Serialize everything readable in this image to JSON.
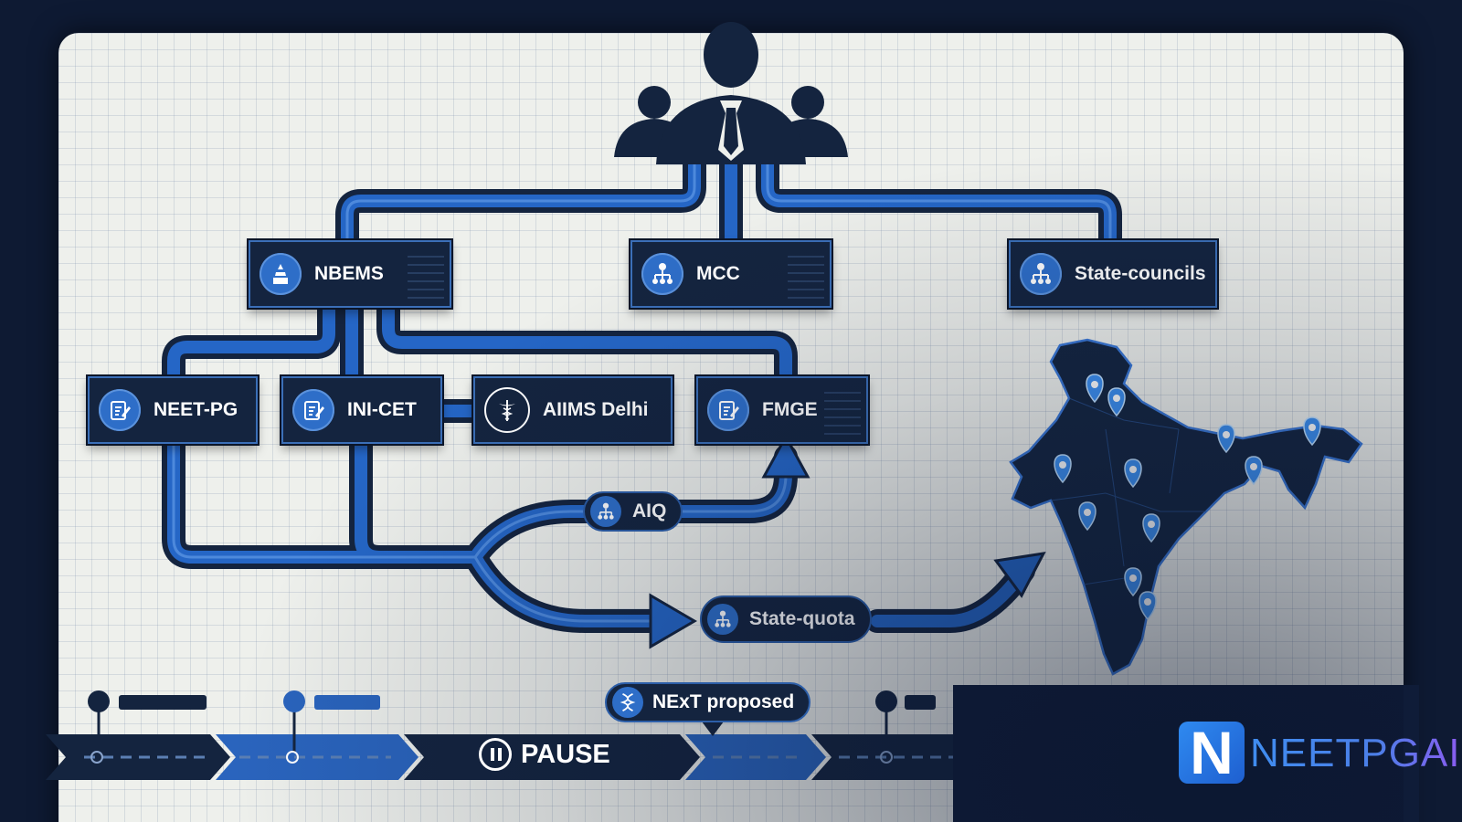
{
  "nodes": {
    "nbems": "NBEMS",
    "mcc": "MCC",
    "state_councils": "State-councils",
    "neet_pg": "NEET-PG",
    "ini_cet": "INI-CET",
    "aiims_delhi": "AIIMS Delhi",
    "fmge": "FMGE"
  },
  "routes": {
    "aiq": "AIQ",
    "state_quota": "State-quota"
  },
  "timeline": {
    "pause_label": "PAUSE",
    "next_proposed": "NExT proposed"
  },
  "brand": {
    "logo_letter": "N",
    "logo_text": "NEETPGAI"
  },
  "icons": {
    "top": "people-group-icon",
    "nbems": "podium-award-icon",
    "mcc": "org-chart-icon",
    "state_councils": "org-chart-icon",
    "neet_pg": "clipboard-pen-icon",
    "ini_cet": "clipboard-pen-icon",
    "aiims_delhi": "caduceus-icon",
    "fmge": "clipboard-pen-icon",
    "aiq": "org-chart-icon",
    "state_quota": "org-chart-icon",
    "next": "dna-icon",
    "map": "india-map-icon",
    "pin": "map-pin-icon"
  },
  "colors": {
    "navy": "#14243f",
    "background": "#0e1a33",
    "accent": "#2e6ec8",
    "pipe": "#1f63c4",
    "board": "#eef0ec"
  }
}
